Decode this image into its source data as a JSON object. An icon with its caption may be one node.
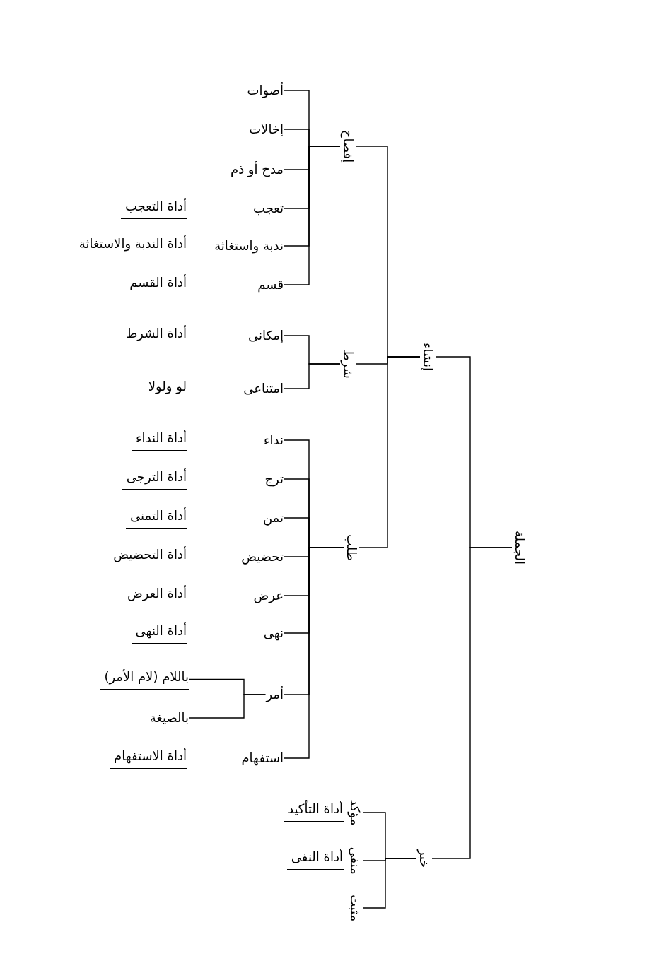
{
  "diagram": {
    "nodes": [
      {
        "text": [
          "الجملة"
        ]
      },
      {
        "text": [
          "إنشاء"
        ]
      },
      {
        "text": [
          "خبر"
        ]
      },
      {
        "text": [
          "إفصاح"
        ]
      },
      {
        "text": [
          "شرط"
        ]
      },
      {
        "text": [
          "طلب"
        ]
      },
      {
        "text": [
          "أصوات"
        ]
      },
      {
        "text": [
          "إخالات"
        ]
      },
      {
        "text": [
          "مدح أو ذم"
        ]
      },
      {
        "text": [
          "تعجب"
        ]
      },
      {
        "text": [
          "ندبة واستغاثة"
        ]
      },
      {
        "text": [
          "قسم"
        ]
      },
      {
        "text": [
          "إمكانى"
        ]
      },
      {
        "text": [
          "امتناعى"
        ]
      },
      {
        "text": [
          "نداء"
        ]
      },
      {
        "text": [
          "ترج"
        ]
      },
      {
        "text": [
          "تمن"
        ]
      },
      {
        "text": [
          "تحضيض"
        ]
      },
      {
        "text": [
          "عرض"
        ]
      },
      {
        "text": [
          "نهى"
        ]
      },
      {
        "text": [
          "أمر"
        ]
      },
      {
        "text": [
          "استفهام"
        ]
      },
      {
        "text": [
          "باللام (لام الأمر)"
        ]
      },
      {
        "text": [
          "بالصيغة"
        ]
      },
      {
        "text": [
          "مؤكد"
        ],
        "beside": [
          "أداة التأكيد"
        ]
      },
      {
        "text": [
          "منفى"
        ],
        "beside": [
          "أداة النفى"
        ]
      },
      {
        "text": [
          "مثبت"
        ]
      }
    ],
    "edges": [
      {
        "from": 0,
        "to": 1,
        "arrow": "none"
      },
      {
        "from": 0,
        "to": 2,
        "arrow": "none"
      },
      {
        "from": 1,
        "to": 3,
        "arrow": "none"
      },
      {
        "from": 1,
        "to": 4,
        "arrow": "none"
      },
      {
        "from": 1,
        "to": 5,
        "arrow": "none"
      },
      {
        "from": 3,
        "to": 6,
        "arrow": "none"
      },
      {
        "from": 3,
        "to": 7,
        "arrow": "none"
      },
      {
        "from": 3,
        "to": 8,
        "arrow": "none"
      },
      {
        "from": 3,
        "to": 9,
        "arrow": "none"
      },
      {
        "from": 3,
        "to": 10,
        "arrow": "none"
      },
      {
        "from": 3,
        "to": 11,
        "arrow": "none"
      },
      {
        "from": 4,
        "to": 12,
        "arrow": "none"
      },
      {
        "from": 4,
        "to": 13,
        "arrow": "none"
      },
      {
        "from": 5,
        "to": 14,
        "arrow": "none"
      },
      {
        "from": 5,
        "to": 15,
        "arrow": "none"
      },
      {
        "from": 5,
        "to": 16,
        "arrow": "none"
      },
      {
        "from": 5,
        "to": 17,
        "arrow": "none"
      },
      {
        "from": 5,
        "to": 18,
        "arrow": "none"
      },
      {
        "from": 5,
        "to": 19,
        "arrow": "none"
      },
      {
        "from": 5,
        "to": 20,
        "arrow": "none"
      },
      {
        "from": 5,
        "to": 21,
        "arrow": "none"
      },
      {
        "from": 20,
        "to": 22,
        "arrow": "none"
      },
      {
        "from": 20,
        "to": 23,
        "arrow": "none"
      },
      {
        "from": 2,
        "to": 24,
        "arrow": "none"
      },
      {
        "from": 2,
        "to": 25,
        "arrow": "none"
      },
      {
        "from": 2,
        "to": 26,
        "arrow": "none"
      }
    ],
    "labels": [
      "أداة التعجب",
      "أداة الندبة والاستغاثة",
      "أداة القسم",
      "أداة الشرط",
      "لو ولولا",
      "أداة النداء",
      "أداة الترجى",
      "أداة التمنى",
      "أداة التحضيض",
      "أداة العرض",
      "أداة النهى",
      "أداة الاستفهام"
    ]
  }
}
